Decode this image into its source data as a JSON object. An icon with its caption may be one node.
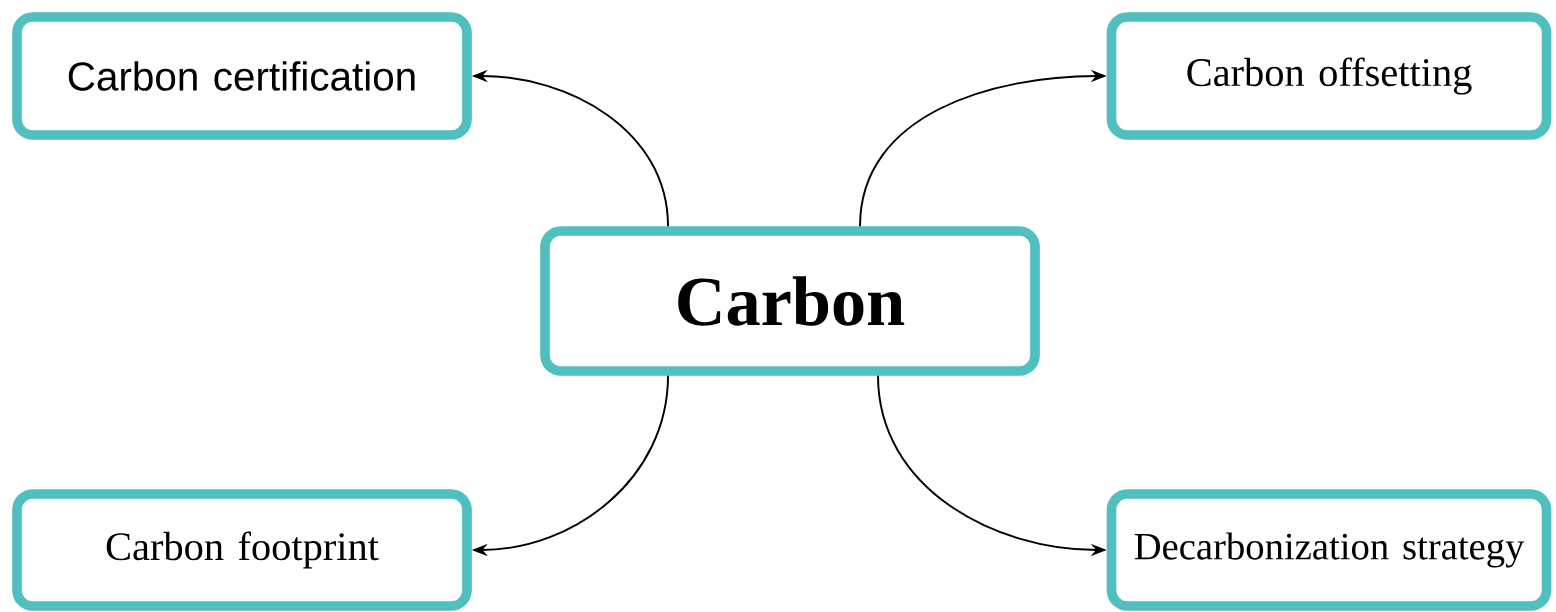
{
  "diagram": {
    "nodes": [
      {
        "text": [
          "Carbon"
        ]
      },
      {
        "text": [
          "Carbon certification"
        ]
      },
      {
        "text": [
          "Carbon offsetting"
        ]
      },
      {
        "text": [
          "Carbon footprint"
        ]
      },
      {
        "text": [
          "Decarbonization strategy"
        ]
      }
    ],
    "edges": [
      {
        "from": 0,
        "to": 1,
        "arrow": "to"
      },
      {
        "from": 0,
        "to": 2,
        "arrow": "to"
      },
      {
        "from": 0,
        "to": 3,
        "arrow": "to"
      },
      {
        "from": 0,
        "to": 4,
        "arrow": "to"
      }
    ]
  }
}
